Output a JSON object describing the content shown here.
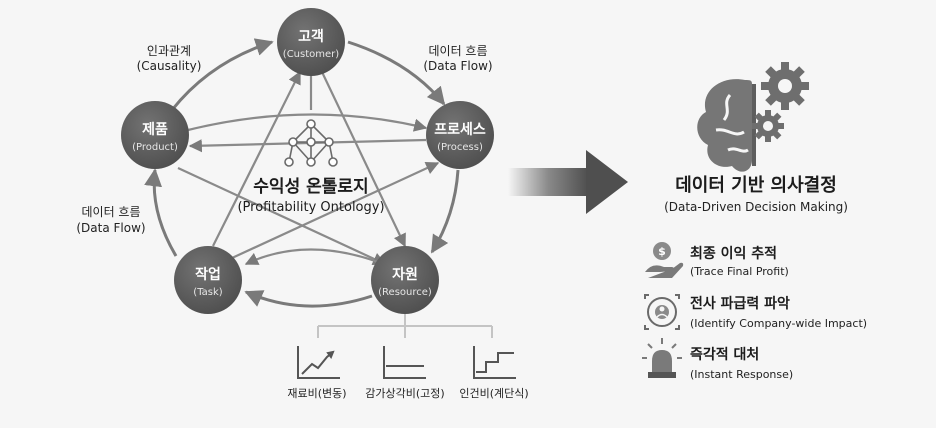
{
  "diagram": {
    "nodes": {
      "customer": {
        "title": "고객",
        "sub": "(Customer)"
      },
      "product": {
        "title": "제품",
        "sub": "(Product)"
      },
      "process": {
        "title": "프로세스",
        "sub": "(Process)"
      },
      "task": {
        "title": "작업",
        "sub": "(Task)"
      },
      "resource": {
        "title": "자원",
        "sub": "(Resource)"
      }
    },
    "edge_labels": {
      "causality": {
        "ko": "인과관계",
        "en": "(Causality)"
      },
      "data_flow_top": {
        "ko": "데이터 흐름",
        "en": "(Data Flow)"
      },
      "data_flow_left": {
        "ko": "데이터 흐름",
        "en": "(Data Flow)"
      }
    },
    "center": {
      "title": "수익성 온톨로지",
      "sub": "(Profitability Ontology)"
    },
    "cost_types": [
      {
        "label": "재료비(변동)"
      },
      {
        "label": "감가상각비(고정)"
      },
      {
        "label": "인건비(계단식)"
      }
    ]
  },
  "outcome": {
    "title": "데이터 기반 의사결정",
    "sub": "(Data-Driven Decision Making)",
    "items": [
      {
        "title": "최종 이익 추적",
        "sub": "(Trace Final Profit)",
        "icon": "money-hand-icon"
      },
      {
        "title": "전사 파급력 파악",
        "sub": "(Identify Company-wide Impact)",
        "icon": "target-impact-icon"
      },
      {
        "title": "즉각적 대처",
        "sub": "(Instant Response)",
        "icon": "alarm-siren-icon"
      }
    ]
  },
  "colors": {
    "node_fill": "#5b5b5b",
    "arrow": "#7a7a7a",
    "big_arrow": "#4f4f4f",
    "icon_gray": "#6e6e6e"
  }
}
